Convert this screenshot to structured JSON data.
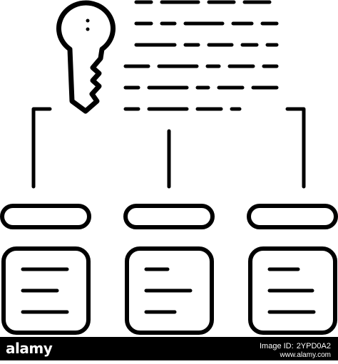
{
  "stock": {
    "logo_text": "alamy",
    "image_id_label": "Image ID:",
    "image_id": "2YPD0A2",
    "site": "www.alamy.com"
  },
  "icon": {
    "name": "key-access-hierarchy-icon",
    "stroke_color": "#000000",
    "background_color": "#ffffff",
    "footer_color": "#000000",
    "text_color": "#ffffff"
  }
}
